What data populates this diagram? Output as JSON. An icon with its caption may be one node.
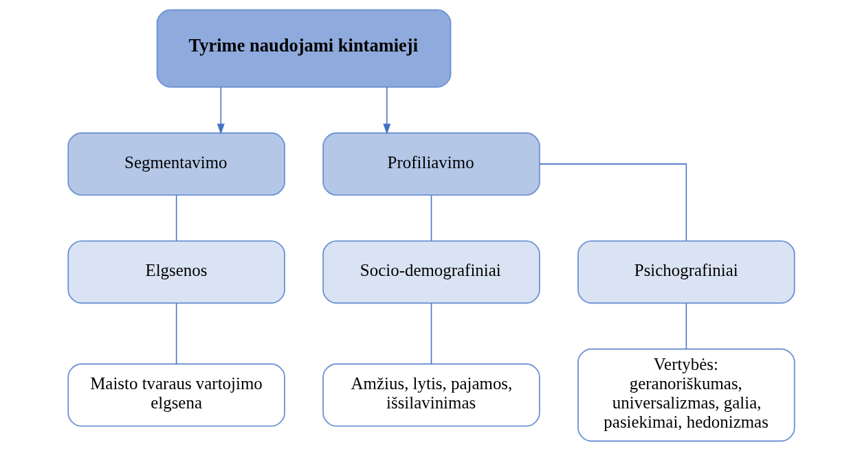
{
  "diagram": {
    "nodes": [
      {
        "text": [
          "Tyrime naudojami kintamieji"
        ]
      },
      {
        "text": [
          "Segmentavimo"
        ]
      },
      {
        "text": [
          "Profiliavimo"
        ]
      },
      {
        "text": [
          "Elgsenos"
        ]
      },
      {
        "text": [
          "Socio-demografiniai"
        ]
      },
      {
        "text": [
          "Psichografiniai"
        ]
      },
      {
        "text": [
          "Maisto tvaraus vartojimo elgsena"
        ]
      },
      {
        "text": [
          "Amžius, lytis, pajamos, išsilavinimas"
        ]
      },
      {
        "text": [
          "Vertybės: geranoriškumas, universalizmas, galia, pasiekimai, hedonizmas"
        ]
      }
    ],
    "edges": [
      {
        "from": 0,
        "to": 1,
        "arrow": "to"
      },
      {
        "from": 0,
        "to": 2,
        "arrow": "to"
      },
      {
        "from": 1,
        "to": 3,
        "arrow": "none"
      },
      {
        "from": 2,
        "to": 4,
        "arrow": "none"
      },
      {
        "from": 2,
        "to": 5,
        "arrow": "none"
      },
      {
        "from": 3,
        "to": 6,
        "arrow": "none"
      },
      {
        "from": 4,
        "to": 7,
        "arrow": "none"
      },
      {
        "from": 5,
        "to": 8,
        "arrow": "none"
      }
    ]
  }
}
